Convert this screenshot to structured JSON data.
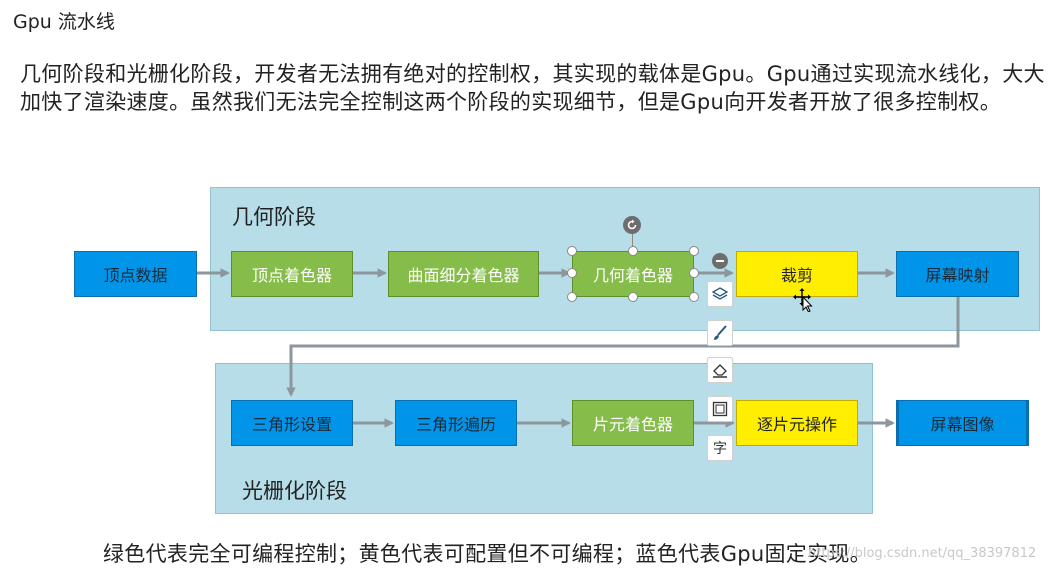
{
  "heading": "Gpu 流水线",
  "intro": "几何阶段和光栅化阶段，开发者无法拥有绝对的控制权，其实现的载体是Gpu。Gpu通过实现流水线化，大大加快了渲染速度。虽然我们无法完全控制这两个阶段的实现细节，但是Gpu向开发者开放了很多控制权。",
  "geometry_stage": {
    "title": "几何阶段",
    "input_node": "顶点数据",
    "nodes": [
      "顶点着色器",
      "曲面细分着色器",
      "几何着色器",
      "裁剪",
      "屏幕映射"
    ]
  },
  "raster_stage": {
    "title": "光栅化阶段",
    "nodes": [
      "三角形设置",
      "三角形遍历",
      "片元着色器",
      "逐片元操作"
    ],
    "output_node": "屏幕图像"
  },
  "colors": {
    "programmable": "#86bd4a",
    "configurable": "#ffee00",
    "fixed": "#0095e8",
    "panel": "#b7dde8"
  },
  "toolbar_icons": [
    "layers-icon",
    "brush-icon",
    "eraser-icon",
    "frame-icon",
    "text-icon"
  ],
  "toolbar_text_glyph": "字",
  "legend": "绿色代表完全可编程控制；黄色代表可配置但不可编程；蓝色代表Gpu固定实现。",
  "watermark": "https://blog.csdn.net/qq_38397812"
}
